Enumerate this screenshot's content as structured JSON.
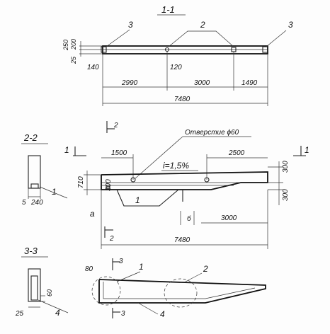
{
  "section_1_1": {
    "title": "1-1",
    "callouts": [
      "3",
      "2",
      "3"
    ],
    "dims_vertical": [
      "250",
      "200",
      "25",
      "140",
      "120"
    ],
    "dims_horizontal": [
      "2990",
      "3000",
      "1490"
    ],
    "total": "7480"
  },
  "section_2_2": {
    "title": "2-2",
    "dims": [
      "5",
      "240"
    ],
    "callout": "1"
  },
  "elevation": {
    "mark_top": "2",
    "mark_bottom": "2",
    "mark_left": "1",
    "mark_right": "1",
    "hole_label": "Отверстие ϕ60",
    "dim_1500": "1500",
    "dim_2500": "2500",
    "slope": "i=1,5%",
    "dim_300_top": "300",
    "dim_300_right": "300",
    "dim_710": "710",
    "dim_300_left": "300",
    "callout_1": "1",
    "alpha": "a",
    "delta": "б",
    "dim_3000": "3000",
    "total": "7480"
  },
  "section_3_3": {
    "title": "3-3",
    "dims": [
      "60",
      "25"
    ],
    "callout": "4"
  },
  "plan": {
    "dim_80": "80",
    "mark": "3",
    "mark_bottom": "3",
    "callout_1": "1",
    "callout_2": "2",
    "callout_4": "4"
  }
}
